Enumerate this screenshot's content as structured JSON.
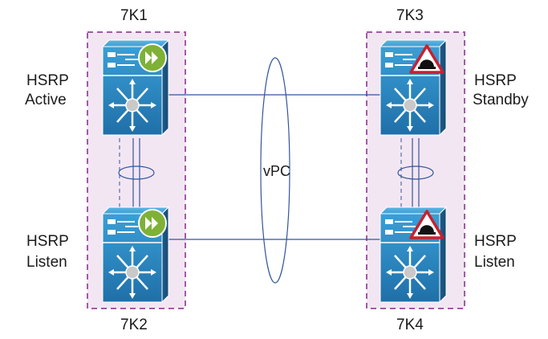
{
  "switches": [
    {
      "id": "7K1",
      "label": "7K1",
      "role_line1": "HSRP",
      "role_line2": "Active",
      "badge": "forward-arrows-icon"
    },
    {
      "id": "7K2",
      "label": "7K2",
      "role_line1": "HSRP",
      "role_line2": "Listen",
      "badge": "forward-arrows-icon"
    },
    {
      "id": "7K3",
      "label": "7K3",
      "role_line1": "HSRP",
      "role_line2": "Standby",
      "badge": "standby-warning-icon"
    },
    {
      "id": "7K4",
      "label": "7K4",
      "role_line1": "HSRP",
      "role_line2": "Listen",
      "badge": "standby-warning-icon"
    }
  ],
  "vpc_label": "vPC",
  "colors": {
    "vdc_fill": "#f3e6f3",
    "vdc_border": "#a25aa8",
    "switch_blue": "#2b8bc2",
    "switch_dark": "#1f5f91",
    "link": "#33559a",
    "badge_green": "#7fb136",
    "badge_red": "#c8202f"
  }
}
